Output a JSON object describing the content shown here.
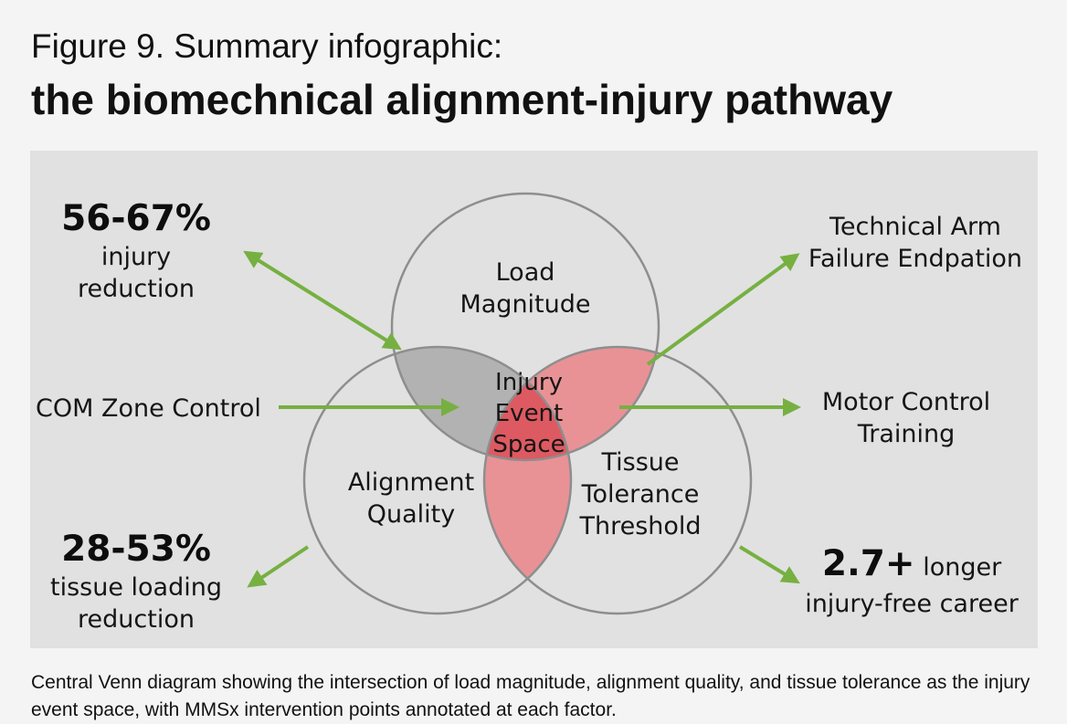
{
  "title": {
    "line1": "Figure 9. Summary infographic:",
    "line2": "the biomechnical alignment-injury pathway"
  },
  "venn": {
    "load": [
      "Load",
      "Magnitude"
    ],
    "alignment": [
      "Alignment",
      "Quality"
    ],
    "tissue": [
      "Tissue",
      "Tolerance",
      "Threshold"
    ],
    "center": [
      "Injury",
      "Event",
      "Space"
    ]
  },
  "annotations": {
    "top_left_stat": "56-67%",
    "top_left_text": [
      "injury",
      "reduction"
    ],
    "mid_left_text": "COM Zone Control",
    "bottom_left_stat": "28-53%",
    "bottom_left_text": [
      "tissue loading",
      "reduction"
    ],
    "top_right_text": [
      "Technical Arm",
      "Failure Endpation"
    ],
    "mid_right_text": [
      "Motor Control",
      "Training"
    ],
    "bottom_right_stat": "2.7+",
    "bottom_right_suffix": "longer",
    "bottom_right_text": "injury-free career"
  },
  "caption": "Central Venn diagram showing the intersection of load magnitude, alignment quality, and tissue tolerance as the injury event space, with MMSx intervention points annotated at each factor.",
  "colors": {
    "panel": "#e1e1e1",
    "circle_stroke": "#8e8e8e",
    "overlap_gray": "#a9a9a9",
    "overlap_red": "#e98a8e",
    "center_red": "#dd5a62",
    "arrow_green": "#76b041"
  }
}
